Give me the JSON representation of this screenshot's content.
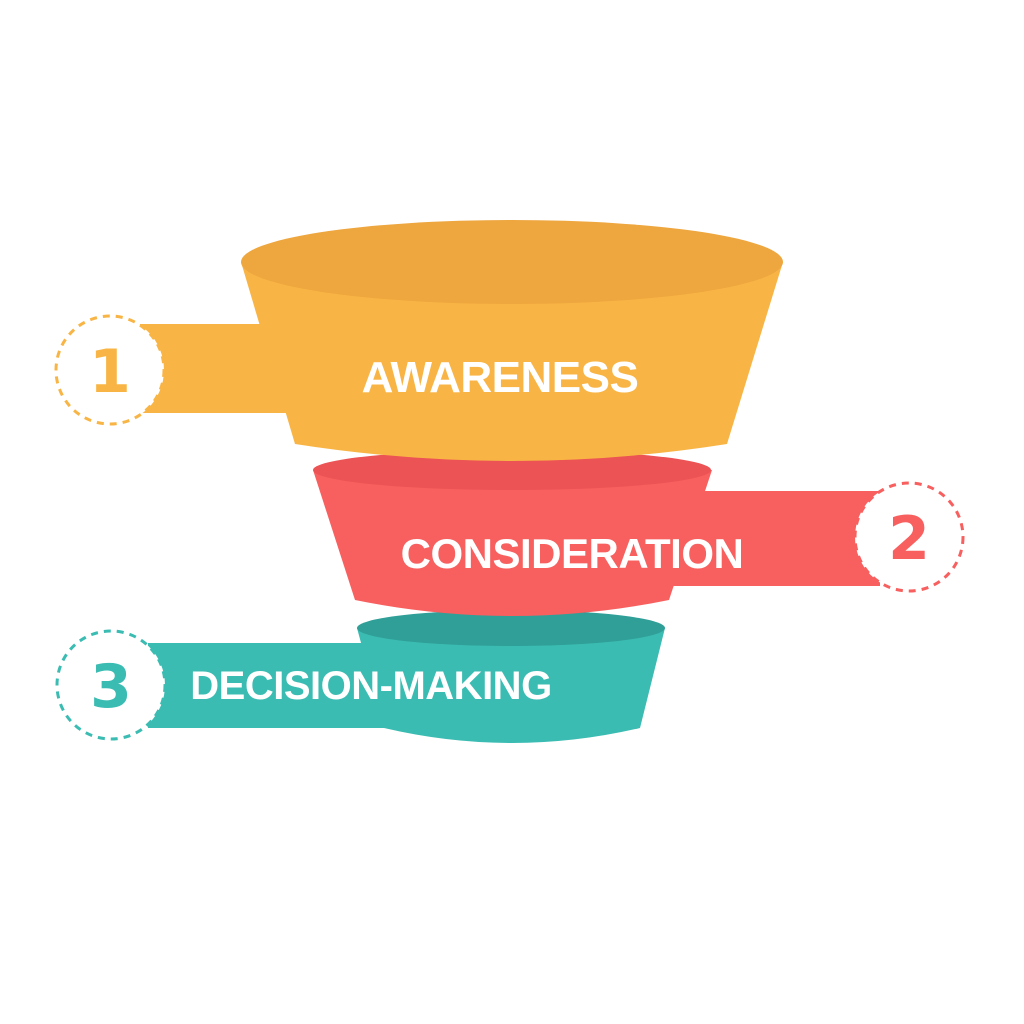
{
  "funnel": {
    "stages": [
      {
        "number": "1",
        "label": "AWARENESS",
        "color": "#F8B545",
        "rim_color": "#EEA63E"
      },
      {
        "number": "2",
        "label": "CONSIDERATION",
        "color": "#F7605F",
        "rim_color": "#EC5354"
      },
      {
        "number": "3",
        "label": "DECISION-MAKING",
        "color": "#3BBCB2",
        "rim_color": "#2F9F98"
      }
    ]
  }
}
